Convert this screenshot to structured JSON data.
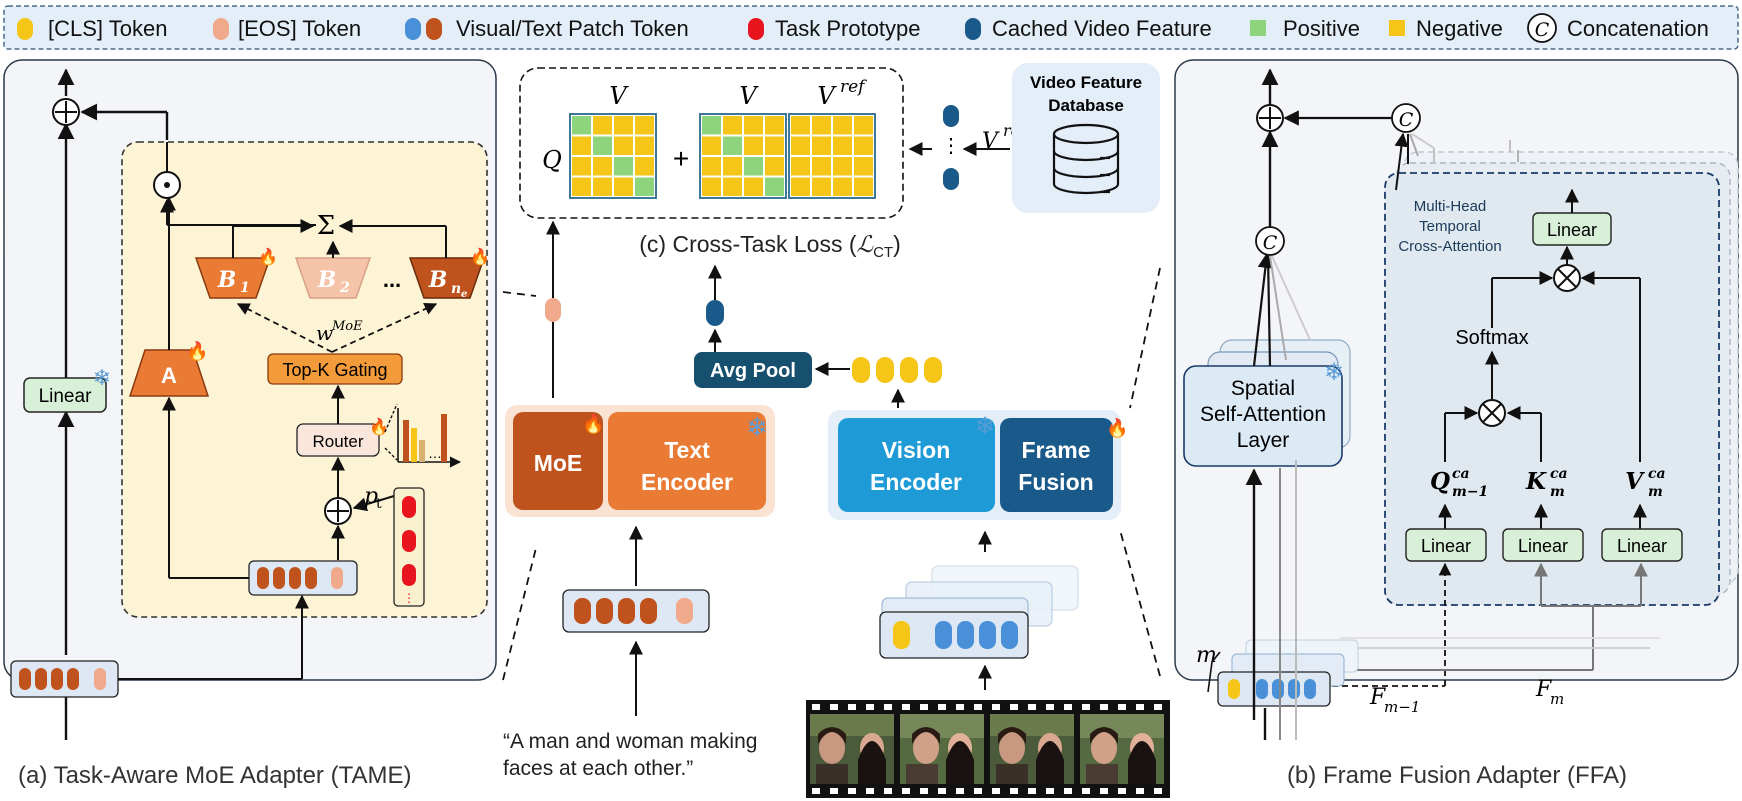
{
  "legend": {
    "cls_token": "[CLS] Token",
    "eos_token": "[EOS] Token",
    "patch_token": "Visual/Text Patch Token",
    "task_prototype": "Task Prototype",
    "cached_feature": "Cached Video Feature",
    "positive": "Positive",
    "negative": "Negative",
    "concat_symbol": "C",
    "concatenation": "Concatenation"
  },
  "tame": {
    "caption": "(a) Task-Aware MoE Adapter (TAME)",
    "linear": "Linear",
    "a_label": "A",
    "b1": "B",
    "b1_sub": "1",
    "b2": "B",
    "b2_sub": "2",
    "bn": "B",
    "bn_sub": "n",
    "bn_subsub": "e",
    "ellipsis": "...",
    "wmoe": "w",
    "wmoe_sup": "MoE",
    "topk": "Top-K Gating",
    "router": "Router",
    "pt": "p",
    "pt_sub": "t",
    "sigma": "Σ",
    "odot": "⊙",
    "oplus": "⊕"
  },
  "center": {
    "v1": "V",
    "v2": "V",
    "vref": "V",
    "vref_sup": "ref",
    "q": "Q",
    "plus": "+",
    "vref_arrow": "V",
    "vref_arrow_sup": "ref",
    "db_title_1": "Video Feature",
    "db_title_2": "Database",
    "ct_loss_prefix": "(c) Cross-Task Loss (",
    "ct_loss_l": "ℒ",
    "ct_loss_sub": "CT",
    "ct_loss_suffix": ")",
    "avg_pool": "Avg Pool",
    "moe": "MoE",
    "text_encoder_1": "Text",
    "text_encoder_2": "Encoder",
    "vision_encoder_1": "Vision",
    "vision_encoder_2": "Encoder",
    "frame_fusion_1": "Frame",
    "frame_fusion_2": "Fusion",
    "caption_1": "“A man and woman making",
    "caption_2": "faces at each other.”"
  },
  "ffa": {
    "caption": "(b) Frame Fusion Adapter (FFA)",
    "spatial_1": "Spatial",
    "spatial_2": "Self-Attention",
    "spatial_3": "Layer",
    "mhtca_1": "Multi-Head",
    "mhtca_2": "Temporal",
    "mhtca_3": "Cross-Attention",
    "linear_top": "Linear",
    "softmax": "Softmax",
    "q": "Q",
    "q_sup": "ca",
    "q_sub": "m−1",
    "k": "K",
    "k_sup": "ca",
    "k_sub": "m",
    "v": "V",
    "v_sup": "ca",
    "v_sub": "m",
    "linear_q": "Linear",
    "linear_k": "Linear",
    "linear_v": "Linear",
    "m_label": "m",
    "f_prev": "F",
    "f_prev_sub": "m−1",
    "f_m": "F",
    "f_m_sub": "m",
    "concat_1": "C",
    "concat_2": "C"
  },
  "colors": {
    "cls": "#f5c518",
    "eos": "#f0a98a",
    "patch_blue": "#4a90d9",
    "patch_brown": "#c0531d",
    "task": "#e8141e",
    "cached": "#1a5a8a",
    "positive": "#8ed47c",
    "negative": "#f5c518",
    "tame_bg": "#fdf4d6",
    "orange": "#ea7b34",
    "dark_orange": "#c0531d",
    "blue_enc": "#1e9bd7",
    "dark_blue": "#1a5a8a"
  }
}
